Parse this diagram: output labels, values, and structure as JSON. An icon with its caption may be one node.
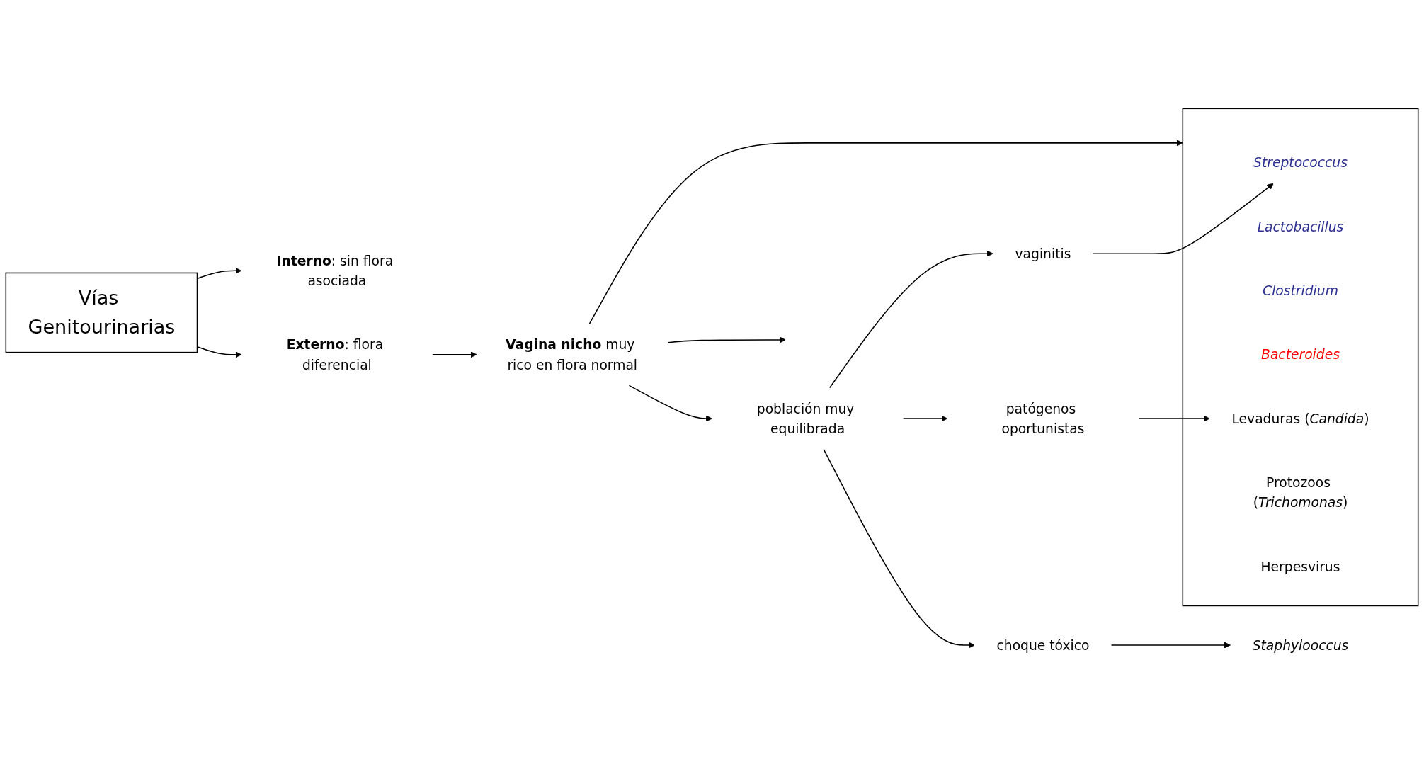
{
  "diagram": {
    "nodes": [
      {
        "text": [
          "Vías Genitourinarias"
        ]
      },
      {
        "text": [
          "**Interno**: sin flora asociada"
        ]
      },
      {
        "text": [
          "**Externo**: flora diferencial"
        ]
      },
      {
        "text": [
          "**Vagina nicho** muy rico en flora normal"
        ]
      },
      {
        "text": [],
        "shape": "box"
      },
      {
        "text": [
          "Streptococcus"
        ],
        "in": 4
      },
      {
        "text": [
          "Lactobacillus"
        ],
        "in": 4
      },
      {
        "text": [
          "Clostridium"
        ],
        "in": 4
      },
      {
        "text": [
          "Bacteroides"
        ],
        "in": 4
      },
      {
        "text": [
          "Levaduras (*Candida*)"
        ],
        "in": 4
      },
      {
        "text": [
          "Protozoos (*Trichomonas*)"
        ],
        "in": 4
      },
      {
        "text": [
          "Herpesvirus"
        ],
        "in": 4
      },
      {
        "text": [
          "población muy equilibrada"
        ]
      },
      {
        "text": [
          "patógenos oportunistas"
        ]
      },
      {
        "text": [
          "vaginitis"
        ]
      },
      {
        "text": [
          "choque tóxico"
        ]
      },
      {
        "text": [
          "Staphylooccus"
        ]
      }
    ],
    "edges": [
      {
        "from": 0,
        "to": 1,
        "arrow": "to"
      },
      {
        "from": 0,
        "to": 2,
        "arrow": "to"
      },
      {
        "from": 2,
        "to": 3,
        "arrow": "to"
      },
      {
        "from": 3,
        "to": 4,
        "arrow": "to"
      },
      {
        "from": 3,
        "to": 12,
        "arrow": "to"
      },
      {
        "from": 3,
        "to": null,
        "arrow": "to"
      },
      {
        "from": 12,
        "to": 13,
        "arrow": "to"
      },
      {
        "from": 12,
        "to": 14,
        "arrow": "to"
      },
      {
        "from": 12,
        "to": 15,
        "arrow": "to"
      },
      {
        "from": 13,
        "to": 9,
        "arrow": "to"
      },
      {
        "from": 14,
        "to": 5,
        "arrow": "to"
      },
      {
        "from": 15,
        "to": 16,
        "arrow": "to"
      }
    ]
  }
}
